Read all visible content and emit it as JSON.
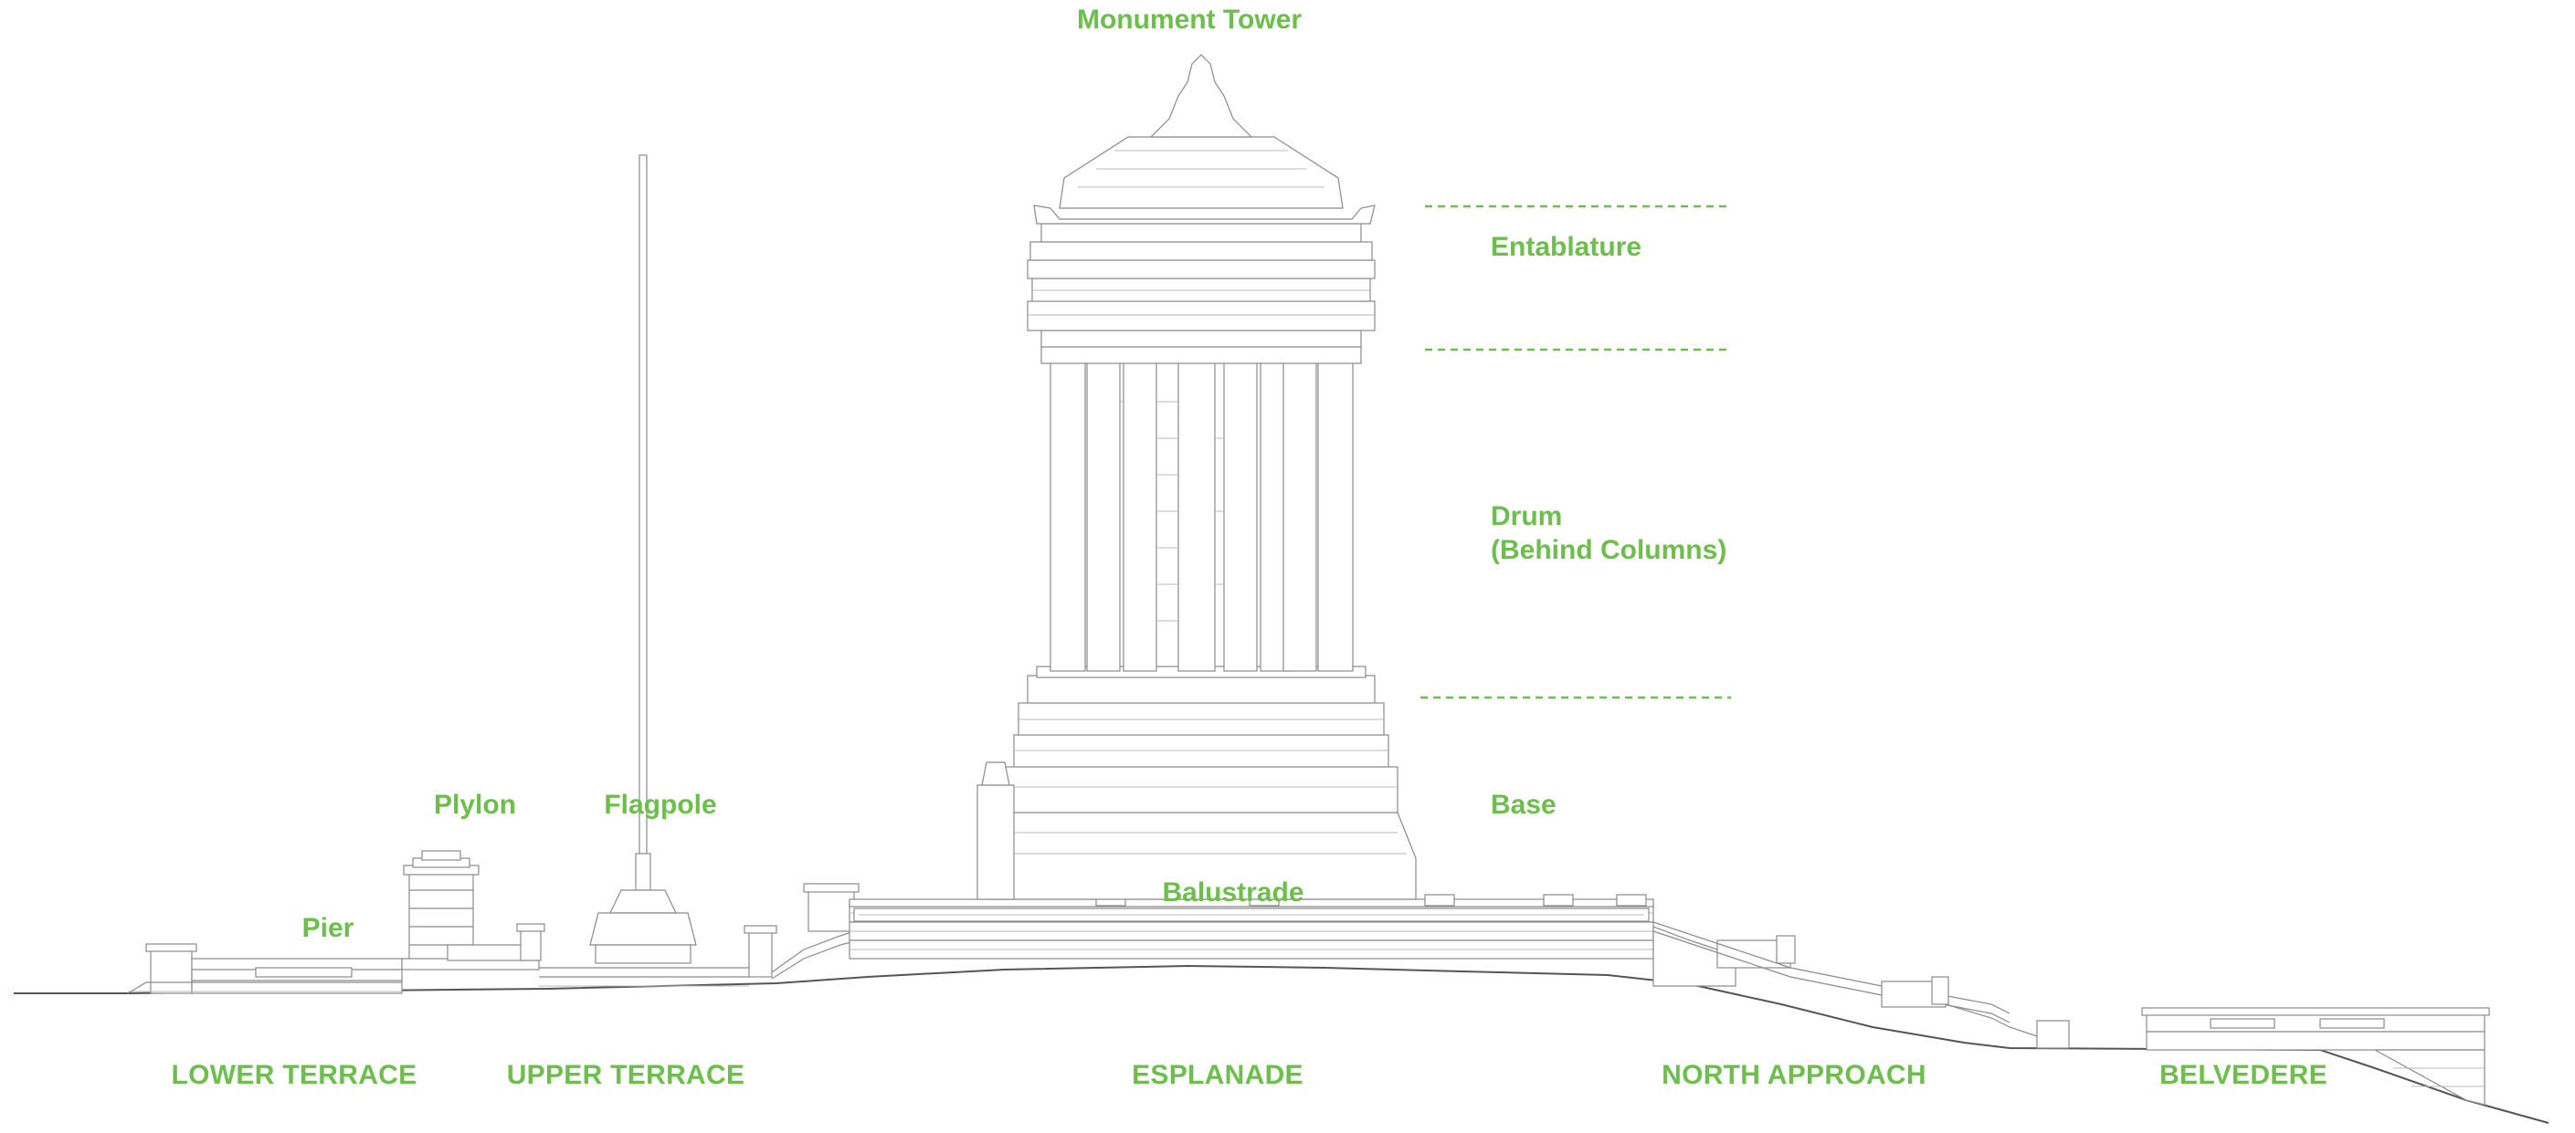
{
  "labels": {
    "monument_tower": "Monument Tower",
    "entablature": "Entablature",
    "drum_line1": "Drum",
    "drum_line2": "(Behind Columns)",
    "base": "Base",
    "plylon": "Plylon",
    "flagpole": "Flagpole",
    "pier": "Pier",
    "balustrade": "Balustrade"
  },
  "zones": {
    "lower_terrace": "LOWER TERRACE",
    "upper_terrace": "UPPER TERRACE",
    "esplanade": "ESPLANADE",
    "north_approach": "NORTH APPROACH",
    "belvedere": "BELVEDERE"
  },
  "colors": {
    "label_green": "#6cbf4a",
    "line_gray": "#8a8a8a"
  }
}
